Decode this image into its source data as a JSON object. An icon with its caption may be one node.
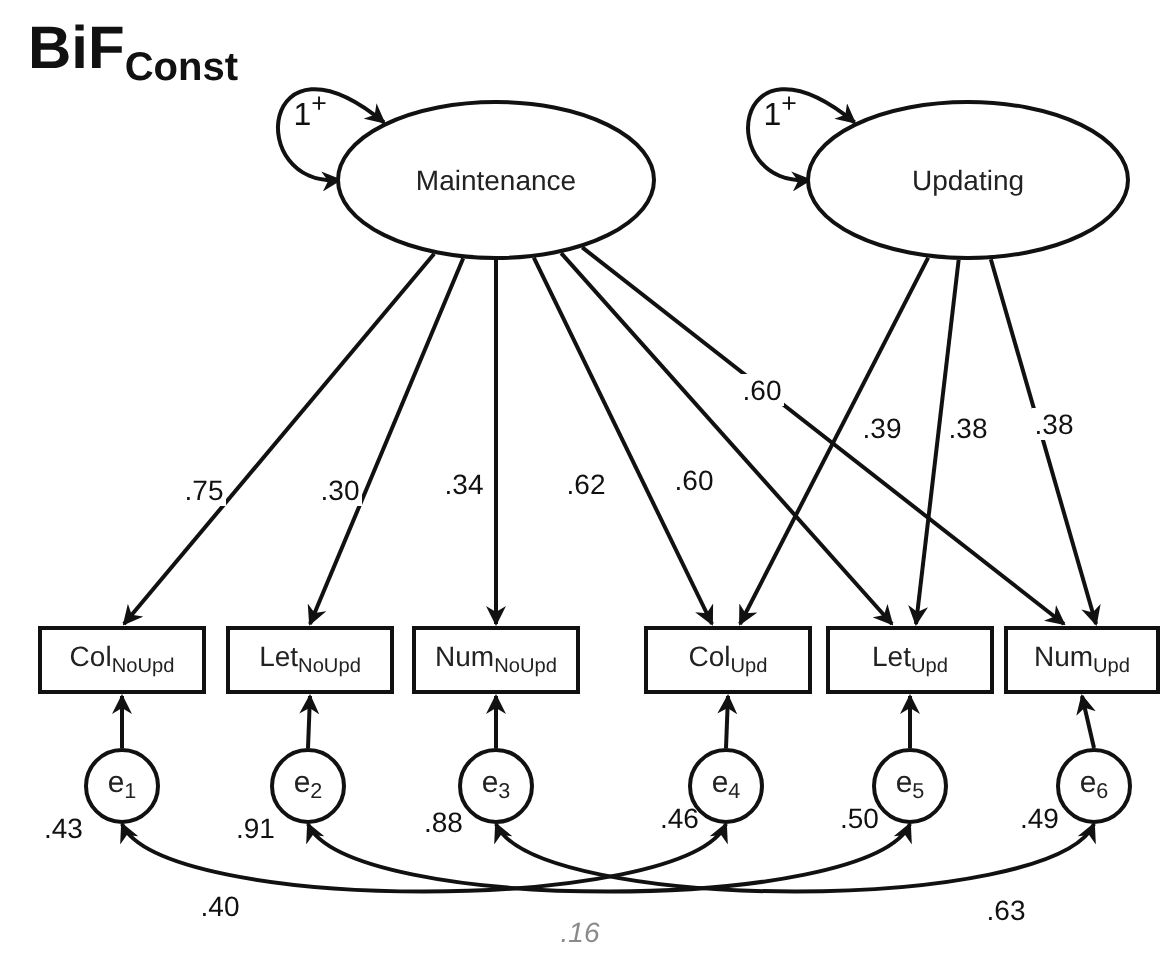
{
  "diagram": {
    "title": "BiF$_{Const}$",
    "nodes": [
      {
        "text": [
          "Maintenance"
        ]
      },
      {
        "text": [
          "Updating"
        ]
      },
      {
        "text": [
          "Col$_{NoUpd}$"
        ]
      },
      {
        "text": [
          "Let$_{NoUpd}$"
        ]
      },
      {
        "text": [
          "Num$_{NoUpd}$"
        ]
      },
      {
        "text": [
          "Col$_{Upd}$"
        ]
      },
      {
        "text": [
          "Let$_{Upd}$"
        ]
      },
      {
        "text": [
          "Num$_{Upd}$"
        ]
      },
      {
        "text": [
          "e$_{1}$"
        ],
        "beside": [
          ".43"
        ]
      },
      {
        "text": [
          "e$_{2}$"
        ],
        "beside": [
          ".91"
        ]
      },
      {
        "text": [
          "e$_{3}$"
        ],
        "beside": [
          ".88"
        ]
      },
      {
        "text": [
          "e$_{4}$"
        ],
        "beside": [
          ".46"
        ]
      },
      {
        "text": [
          "e$_{5}$"
        ],
        "beside": [
          ".50"
        ]
      },
      {
        "text": [
          "e$_{6}$"
        ],
        "beside": [
          ".49"
        ]
      }
    ],
    "edges": [
      {
        "from": 0,
        "to": 0,
        "arrow": "both",
        "label": "1$^{+}$"
      },
      {
        "from": 1,
        "to": 1,
        "arrow": "both",
        "label": "1$^{+}$"
      },
      {
        "from": 0,
        "to": 2,
        "arrow": "to",
        "label": ".75"
      },
      {
        "from": 0,
        "to": 3,
        "arrow": "to",
        "label": ".30"
      },
      {
        "from": 0,
        "to": 4,
        "arrow": "to",
        "label": ".34"
      },
      {
        "from": 0,
        "to": 5,
        "arrow": "to",
        "label": ".62"
      },
      {
        "from": 0,
        "to": 6,
        "arrow": "to",
        "label": ".60"
      },
      {
        "from": 0,
        "to": 7,
        "arrow": "to",
        "label": ".60"
      },
      {
        "from": 1,
        "to": 5,
        "arrow": "to",
        "label": ".39"
      },
      {
        "from": 1,
        "to": 6,
        "arrow": "to",
        "label": ".38"
      },
      {
        "from": 1,
        "to": 7,
        "arrow": "to",
        "label": ".38"
      },
      {
        "from": 8,
        "to": 2,
        "arrow": "to"
      },
      {
        "from": 9,
        "to": 3,
        "arrow": "to"
      },
      {
        "from": 10,
        "to": 4,
        "arrow": "to"
      },
      {
        "from": 11,
        "to": 5,
        "arrow": "to"
      },
      {
        "from": 12,
        "to": 6,
        "arrow": "to"
      },
      {
        "from": 13,
        "to": 7,
        "arrow": "to"
      },
      {
        "from": 8,
        "to": 11,
        "arrow": "both",
        "label": ".40"
      },
      {
        "from": 9,
        "to": 12,
        "arrow": "both",
        "label": ".16"
      },
      {
        "from": 10,
        "to": 13,
        "arrow": "both",
        "label": ".63"
      }
    ]
  }
}
